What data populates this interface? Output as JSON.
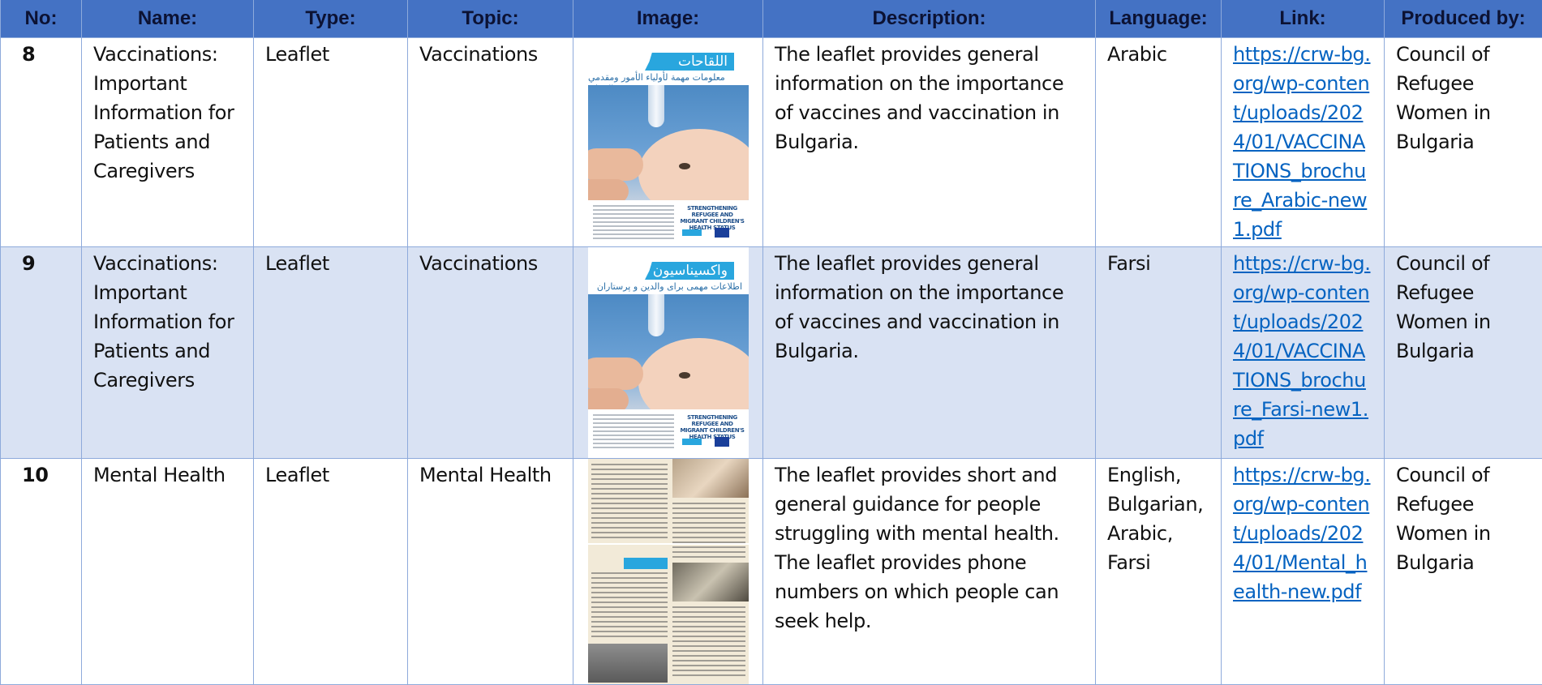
{
  "headers": {
    "no": "No:",
    "name": "Name:",
    "type": "Type:",
    "topic": "Topic:",
    "image": "Image:",
    "description": "Description:",
    "language": "Language:",
    "link": "Link:",
    "produced_by": "Produced by:"
  },
  "rows": [
    {
      "no": "8",
      "name": "Vaccinations: Important Information for Patients and Caregivers",
      "type": "Leaflet",
      "topic": "Vaccinations",
      "image": {
        "banner_text": "اللقاحات",
        "subtitle": "معلومات مهمة لأولياء الأمور ومقدمي الرعاية",
        "footer_title": "STRENGTHENING REFUGEE AND MIGRANT CHILDREN'S HEALTH STATUS"
      },
      "description": "The leaflet provides general information on the importance of vaccines and vaccination in Bulgaria.",
      "language": "Arabic",
      "link": "https://crw-bg.org/wp-content/uploads/2024/01/VACCINATIONS_brochure_Arabic-new1.pdf",
      "produced_by": "Council of Refugee Women in Bulgaria"
    },
    {
      "no": "9",
      "name": "Vaccinations: Important Information for Patients and Caregivers",
      "type": "Leaflet",
      "topic": "Vaccinations",
      "image": {
        "banner_text": "واکسیناسیون ها",
        "subtitle": "اطلاعات مهمی برای والدین و پرستاران",
        "footer_title": "STRENGTHENING REFUGEE AND MIGRANT CHILDREN'S HEALTH STATUS"
      },
      "description": "The leaflet provides general information on the importance of vaccines and vaccination in Bulgaria.",
      "language": "Farsi",
      "link": "https://crw-bg.org/wp-content/uploads/2024/01/VACCINATIONS_brochure_Farsi-new1.pdf",
      "produced_by": "Council of Refugee Women in Bulgaria"
    },
    {
      "no": "10",
      "name": "Mental Health",
      "type": "Leaflet",
      "topic": "Mental Health",
      "description": "The leaflet provides short and general guidance for people struggling with mental health. The leaflet provides phone numbers on which people can seek help.",
      "language": "English, Bulgarian, Arabic, Farsi",
      "link": "https://crw-bg.org/wp-content/uploads/2024/01/Mental_health-new.pdf",
      "produced_by": "Council of Refugee Women in Bulgaria"
    }
  ],
  "colors": {
    "header_bg": "#4472c4",
    "band_bg": "#d9e2f3",
    "border": "#8eaadb",
    "link": "#0563c1"
  }
}
